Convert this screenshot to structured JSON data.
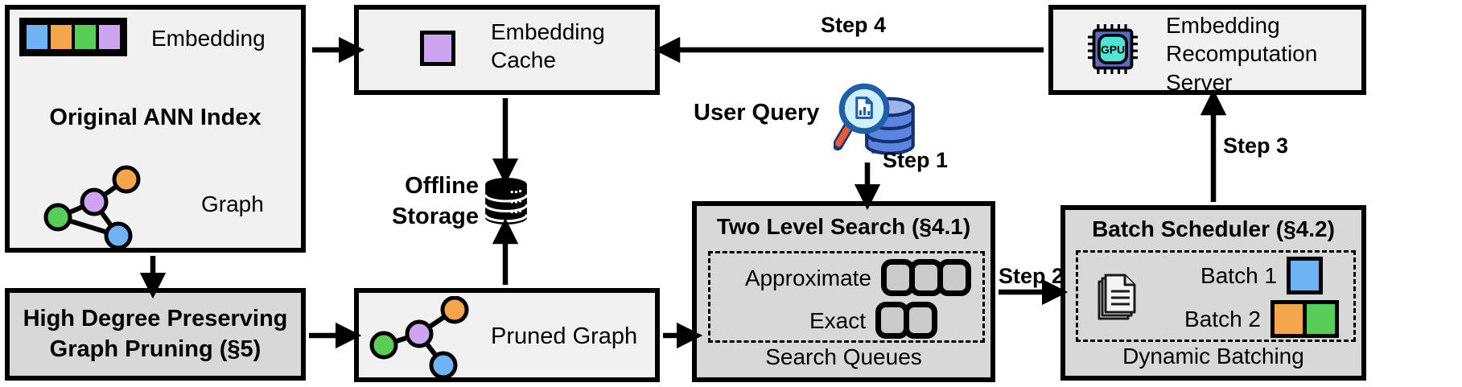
{
  "diagram": {
    "colors": {
      "box_light": "#f1f1f1",
      "box_dark": "#d8d8d8",
      "border": "#000000",
      "blue": "#6fb3f2",
      "orange": "#f5a64c",
      "green": "#58cd58",
      "purple": "#cda4ef",
      "queue_fill": "#cbcbcb"
    },
    "boxes": {
      "ann": {
        "title": "Original ANN Index",
        "embedding_label": "Embedding",
        "graph_label": "Graph",
        "embedding_colors": [
          "#6fb3f2",
          "#f5a64c",
          "#58cd58",
          "#cda4ef"
        ],
        "graph_node_colors": [
          "#58cd58",
          "#cda4ef",
          "#f5a64c",
          "#6fb3f2"
        ]
      },
      "cache": {
        "line1": "Embedding",
        "line2": "Cache",
        "icon_color": "#cda4ef"
      },
      "hd": {
        "line1": "High Degree Preserving",
        "line2": "Graph Pruning (§5)"
      },
      "pruned": {
        "label": "Pruned Graph",
        "graph_node_colors": [
          "#58cd58",
          "#cda4ef",
          "#f5a64c",
          "#6fb3f2"
        ]
      },
      "tls": {
        "title": "Two Level Search (§4.1)",
        "approximate_label": "Approximate",
        "exact_label": "Exact",
        "caption": "Search Queues",
        "approximate_queues": 3,
        "exact_queues": 2
      },
      "bs": {
        "title": "Batch Scheduler (§4.2)",
        "batch1_label": "Batch 1",
        "batch2_label": "Batch 2",
        "caption": "Dynamic Batching",
        "batch1_colors": [
          "#6fb3f2"
        ],
        "batch2_colors": [
          "#f5a64c",
          "#58cd58"
        ]
      },
      "ers": {
        "line1": "Embedding",
        "line2": "Recomputation",
        "line3": "Server",
        "gpu_label": "GPU"
      }
    },
    "storage": {
      "line1": "Offline",
      "line2": "Storage"
    },
    "user_query": {
      "label": "User Query"
    },
    "steps": {
      "s1": "Step 1",
      "s2": "Step 2",
      "s3": "Step 3",
      "s4": "Step 4"
    }
  }
}
